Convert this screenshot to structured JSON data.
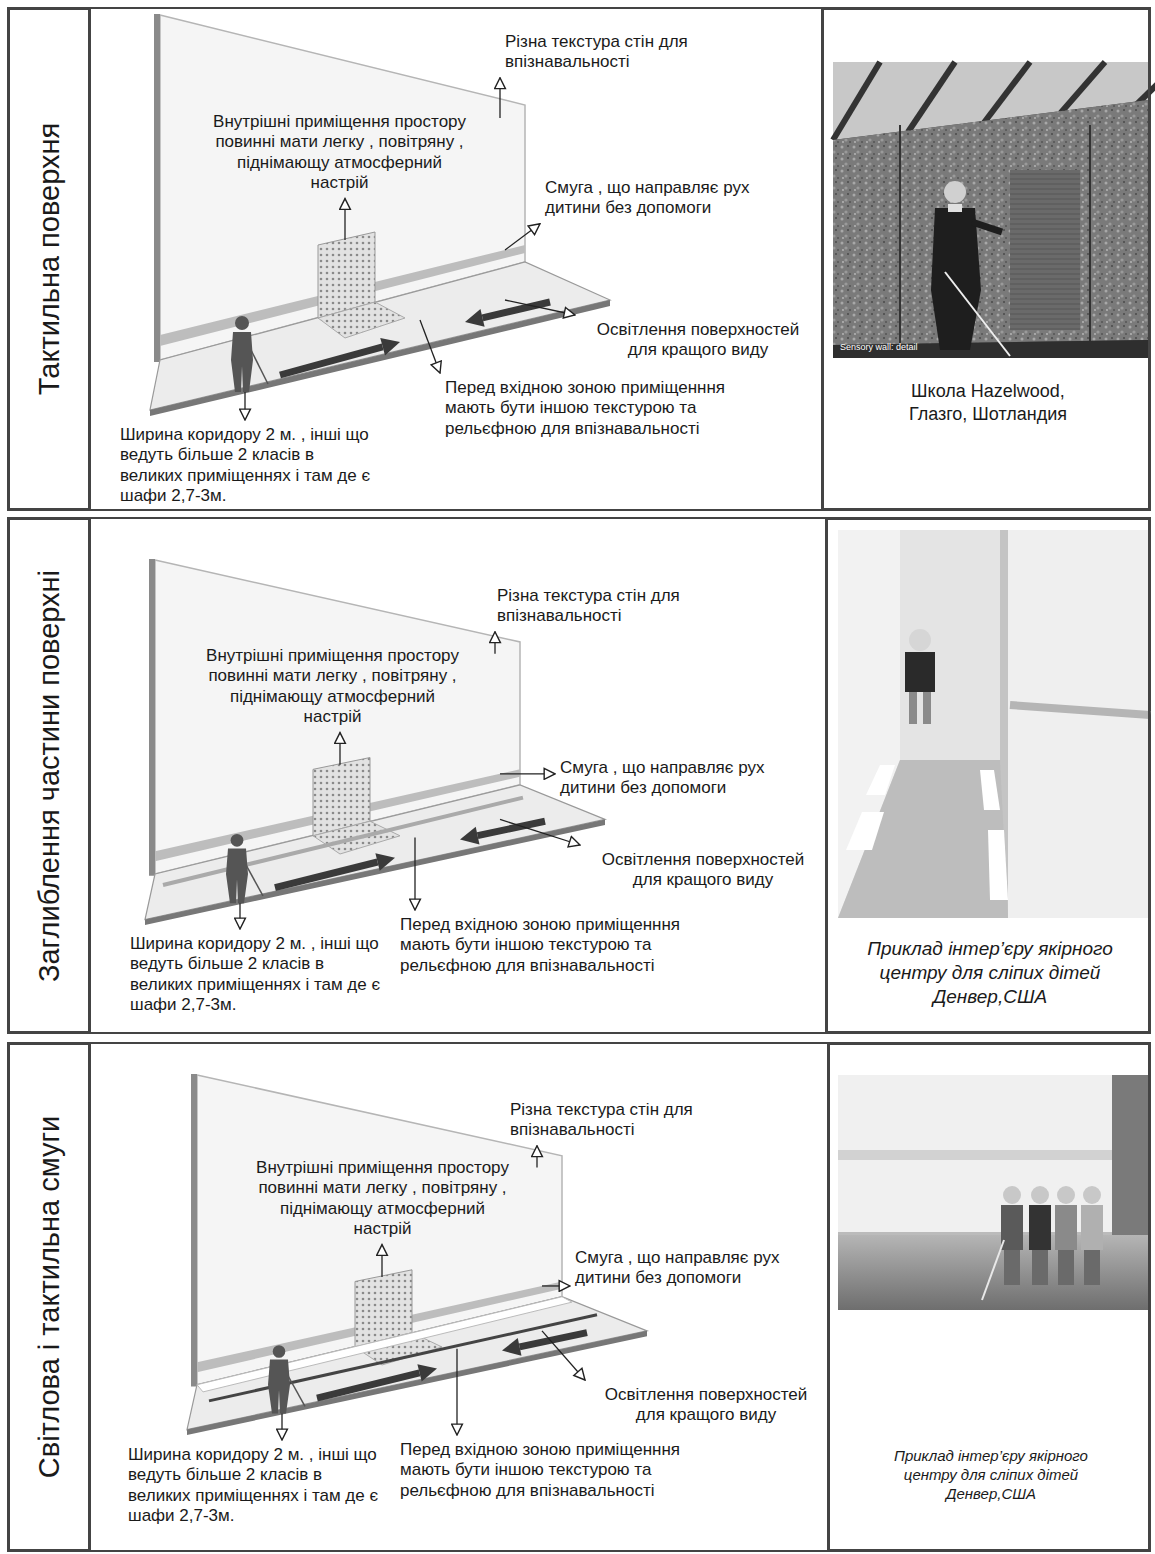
{
  "diagram": {
    "nodes": [
      {
        "text": [
          "Тактильна поверхня"
        ]
      },
      {
        "text": [
          "Школа Hazelwood, Глазго, Шотландия"
        ]
      },
      {
        "text": [
          "Заглиблення частини поверхні"
        ]
      },
      {
        "text": [
          "Приклад інтер’єру якірного центру для сліпих дітей Денвер,США"
        ]
      },
      {
        "text": [
          "Світлова і тактильна смуги"
        ]
      },
      {
        "text": [
          "Приклад інтер’єру якірного центру для сліпих дітей Денвер,США"
        ]
      }
    ],
    "labels": [
      "Різна текстура стін для впізнавальності",
      "Внутрішні приміщення простору повинні мати легку , повітряну , піднімающу атмосферний настрій",
      "Смуга , що направляє рух дитини без допомоги",
      "Освітлення поверхностей для кращого виду",
      "Перед вхідною зоною приміщенння мають бути іншою текстурою та рельєфною для впізнавальності",
      "Ширина коридору 2 м. , інші що ведуть більше 2 класів в великих приміщеннях і там де є шафи 2,7-3м.",
      "Sensory wall: detail",
      "Різна текстура стін для впізнавальності",
      "Внутрішні приміщення простору повинні мати легку , повітряну , піднімающу атмосферний настрій",
      "Смуга , що направляє рух дитини без допомоги",
      "Освітлення поверхностей для кращого виду",
      "Перед вхідною зоною приміщенння мають бути іншою текстурою та рельєфною для впізнавальності",
      "Ширина коридору 2 м. , інші що ведуть більше 2 класів в великих приміщеннях і там де є шафи 2,7-3м.",
      "Різна текстура стін для впізнавальності",
      "Внутрішні приміщення простору повинні мати легку , повітряну , піднімающу атмосферний настрій",
      "Смуга , що направляє рух дитини без допомоги",
      "Освітлення поверхностей для кращого виду",
      "Перед вхідною зоною приміщенння мають бути іншою текстурою та рельєфною для впізнавальності",
      "Ширина коридору 2 м. , інші що ведуть більше 2 класів в великих приміщеннях і там де є шафи 2,7-3м."
    ]
  }
}
